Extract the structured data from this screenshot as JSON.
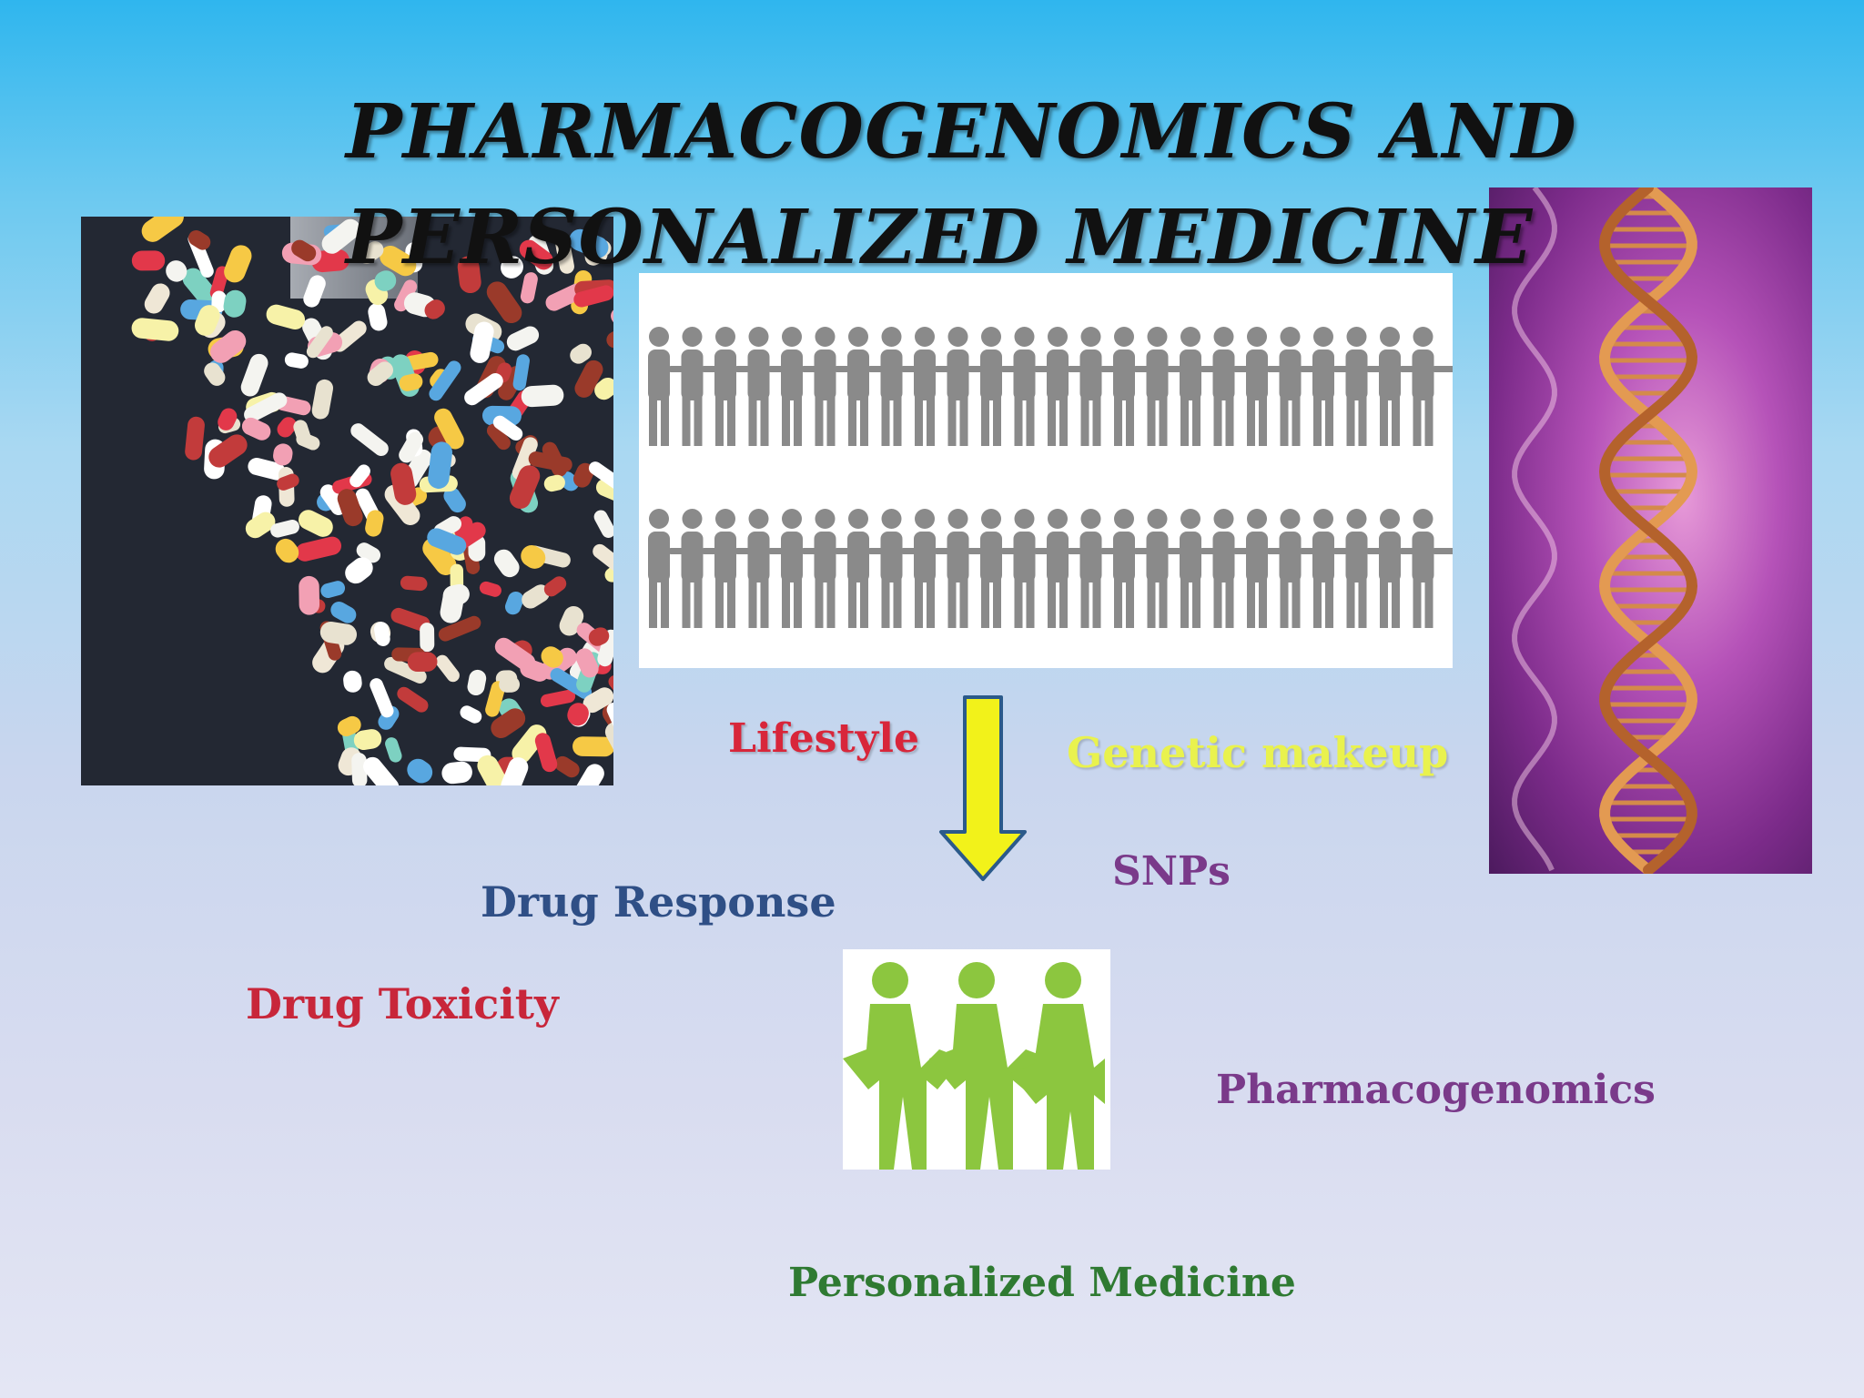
{
  "slide": {
    "title_lines": [
      "PHARMACOGENOMICS AND",
      "PERSONALIZED MEDICINE"
    ]
  },
  "labels": {
    "lifestyle": "Lifestyle",
    "genetic_makeup": "Genetic makeup",
    "snps": "SNPs",
    "drug_response": "Drug Response",
    "drug_toxicity": "Drug Toxicity",
    "pharmacogenomics": "Pharmacogenomics",
    "personalized_medicine": "Personalized Medicine"
  },
  "colors": {
    "lifestyle": "#d8263a",
    "genetic_makeup": "#e9f24e",
    "snps": "#7a3a8a",
    "drug_response": "#2f4f86",
    "drug_toxicity": "#c8263a",
    "pharmacogenomics": "#7a3a8a",
    "personalized_medicine": "#2f7a32",
    "arrow": "#f2f21a",
    "people_silhouettes": "#8a8a8a",
    "green_figures": "#8cc63f"
  },
  "images": {
    "pills": "pills-photo",
    "crowd": "people-silhouettes",
    "dna": "dna-helix",
    "figures": "green-figures-holding-hands"
  }
}
